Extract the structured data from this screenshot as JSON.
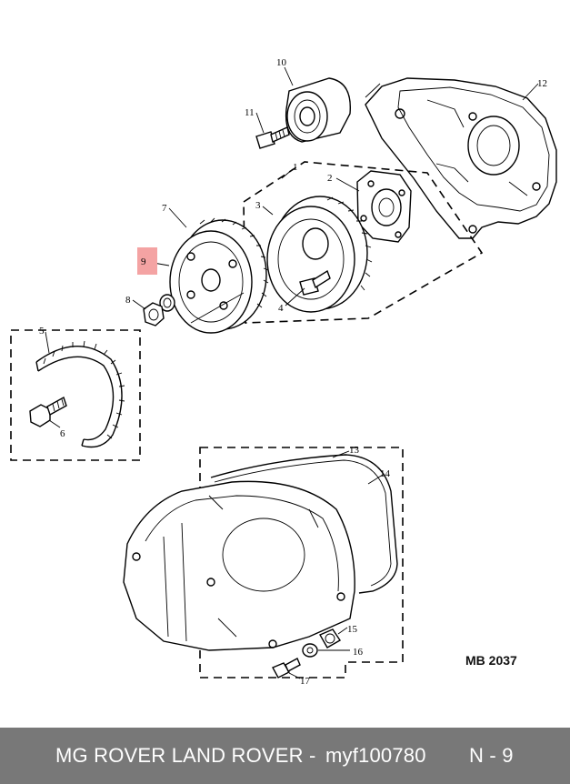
{
  "diagram": {
    "callouts": {
      "c1": "1",
      "c2": "2",
      "c3": "3",
      "c4": "4",
      "c5": "5",
      "c6": "6",
      "c7": "7",
      "c8": "8",
      "c9": "9",
      "c10": "10",
      "c11": "11",
      "c12": "12",
      "c13": "13",
      "c14": "14",
      "c15": "15",
      "c16": "16",
      "c17": "17"
    },
    "highlighted_callout": "9",
    "highlight_color": "#f4a3a3",
    "reference": "MB 2037"
  },
  "footer": {
    "brand": "MG ROVER LAND ROVER -",
    "part_number": "myf100780",
    "position": "N - 9",
    "background": "#787878"
  }
}
